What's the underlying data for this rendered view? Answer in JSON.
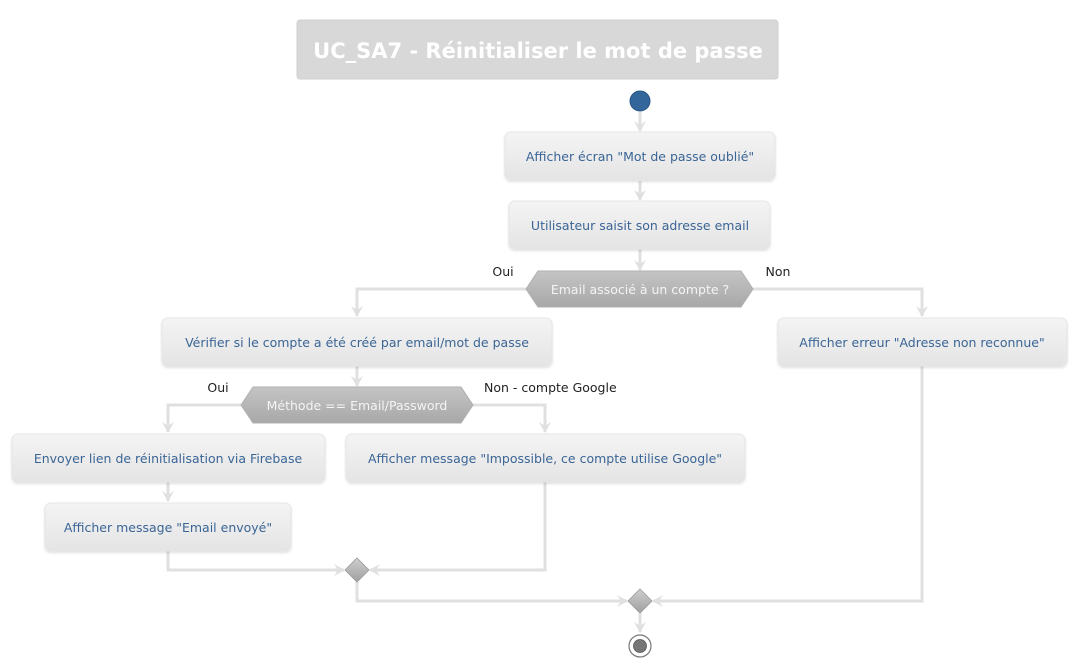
{
  "title": "UC_SA7 - Réinitialiser le mot de passe",
  "colors": {
    "start_node": "#33669a",
    "activity_text": "#3a6596",
    "edge": "#e0e0e0",
    "title_bg": "#d8d8d8"
  },
  "activities": {
    "show_forgot_screen": "Afficher écran \"Mot de passe oublié\"",
    "enter_email": "Utilisateur saisit son adresse email",
    "verify_account": "Vérifier si le compte a été créé par email/mot de passe",
    "error_unknown": "Afficher erreur \"Adresse non reconnue\"",
    "send_link": "Envoyer lien de réinitialisation via Firebase",
    "show_google_msg": "Afficher message \"Impossible, ce compte utilise Google\"",
    "show_email_sent": "Afficher message \"Email envoyé\""
  },
  "decisions": {
    "email_linked": {
      "label": "Email associé à un compte ?",
      "yes": "Oui",
      "no": "Non"
    },
    "method": {
      "label": "Méthode == Email/Password",
      "yes": "Oui",
      "no": "Non - compte Google"
    }
  }
}
